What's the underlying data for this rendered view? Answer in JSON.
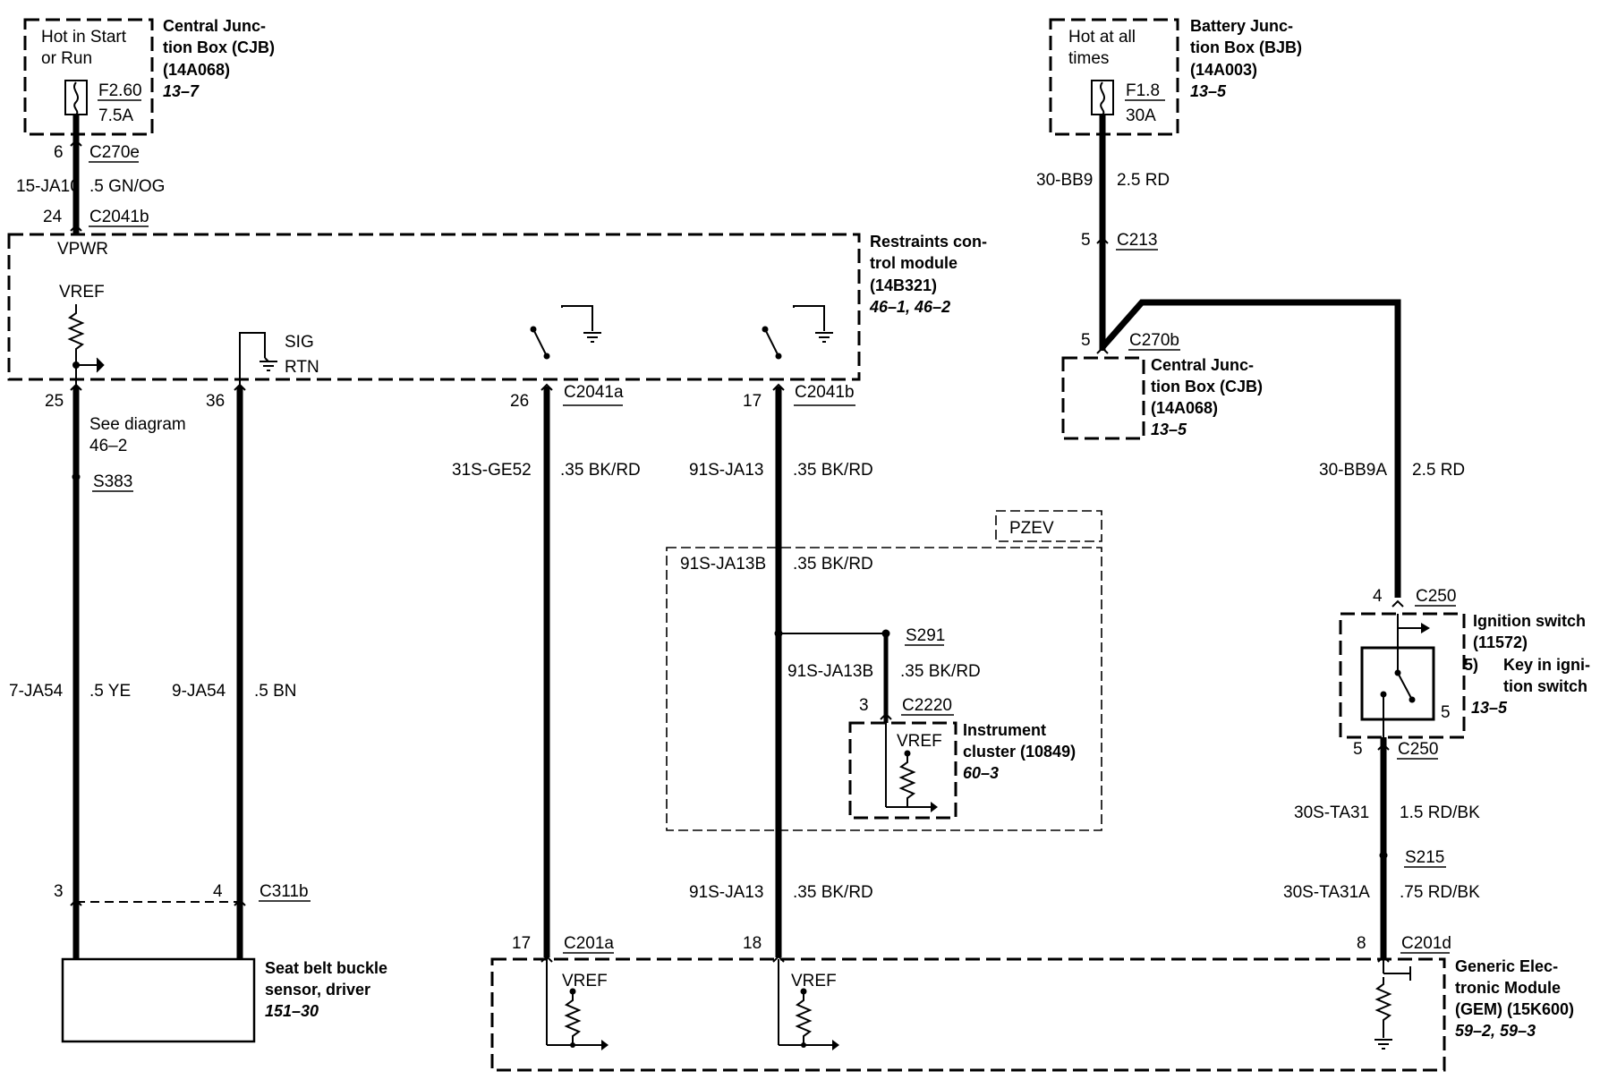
{
  "fuse_cjb": {
    "condition_line1": "Hot in Start",
    "condition_line2": "or Run",
    "fuse_id": "F2.60",
    "fuse_rating": "7.5A",
    "title_line1": "Central Junc-",
    "title_line2": "tion Box (CJB)",
    "part_number": "(14A068)",
    "ref": "13–7"
  },
  "fuse_bjb": {
    "condition_line1": "Hot at all",
    "condition_line2": "times",
    "fuse_id": "F1.8",
    "fuse_rating": "30A",
    "title_line1": "Battery Junc-",
    "title_line2": "tion Box (BJB)",
    "part_number": "(14A003)",
    "ref": "13–5"
  },
  "left_feed": {
    "pin_top": "6",
    "conn_top": "C270e",
    "circuit": "15-JA10",
    "wire": ".5 GN/OG",
    "pin_bottom": "24",
    "conn_bottom": "C2041b"
  },
  "rcm": {
    "title_line1": "Restraints con-",
    "title_line2": "trol module",
    "part_number": "(14B321)",
    "ref": "46–1, 46–2",
    "vpwr": "VPWR",
    "vref": "VREF",
    "sig": "SIG",
    "rtn": "RTN"
  },
  "driver_circuit": {
    "pin_a": "25",
    "pin_b": "36",
    "see_line1": "See diagram",
    "see_line2": "46–2",
    "splice": "S383",
    "circuit_a": "7-JA54",
    "wire_a": ".5 YE",
    "circuit_b": "9-JA54",
    "wire_b": ".5 BN",
    "pin_c": "3",
    "pin_d": "4",
    "connector": "C311b"
  },
  "seat_belt": {
    "title_line1": "Seat belt buckle",
    "title_line2": "sensor, driver",
    "ref": "151–30"
  },
  "mid_circuit_a": {
    "pin_top": "26",
    "conn_top": "C2041a",
    "circuit": "31S-GE52",
    "wire": ".35 BK/RD",
    "pin_bottom": "17",
    "conn_bottom": "C201a"
  },
  "mid_circuit_b": {
    "pin_top": "17",
    "conn_top": "C2041b",
    "circuit": "91S-JA13",
    "wire": ".35 BK/RD",
    "circuit_lower": "91S-JA13",
    "wire_lower": ".35 BK/RD",
    "pin_bottom": "18"
  },
  "pzev": {
    "label": "PZEV",
    "circuit": "91S-JA13B",
    "wire": ".35 BK/RD",
    "splice": "S291",
    "branch_circuit": "91S-JA13B",
    "branch_wire": ".35 BK/RD",
    "pin": "3",
    "connector": "C2220",
    "vref": "VREF",
    "ic_title_line1": "Instrument",
    "ic_title_line2": "cluster (10849)",
    "ic_ref": "60–3"
  },
  "right_feed": {
    "circuit": "30-BB9",
    "wire": "2.5 RD",
    "pin_c213": "5",
    "conn_c213": "C213",
    "pin_c270b": "5",
    "conn_c270b": "C270b",
    "cjb2_line1": "Central Junc-",
    "cjb2_line2": "tion Box (CJB)",
    "cjb2_part": "(14A068)",
    "cjb2_ref": "13–5",
    "circuit_b": "30-BB9A",
    "wire_b": "2.5 RD"
  },
  "ignition": {
    "pin_in": "4",
    "conn_in": "C250",
    "title_line1": "Ignition switch",
    "title_line2": "(11572)",
    "note_num": "5)",
    "note_line1": "Key in igni-",
    "note_line2": "tion switch",
    "ref": "13–5",
    "pos": "5",
    "pin_out": "5",
    "conn_out": "C250",
    "circuit": "30S-TA31",
    "wire": "1.5 RD/BK",
    "splice": "S215",
    "circuit_b": "30S-TA31A",
    "wire_b": ".75 RD/BK",
    "pin_gem": "8",
    "conn_gem": "C201d"
  },
  "gem": {
    "vref_a": "VREF",
    "vref_b": "VREF",
    "title_line1": "Generic Elec-",
    "title_line2": "tronic Module",
    "title_line3": "(GEM) (15K600)",
    "ref": "59–2, 59–3"
  }
}
